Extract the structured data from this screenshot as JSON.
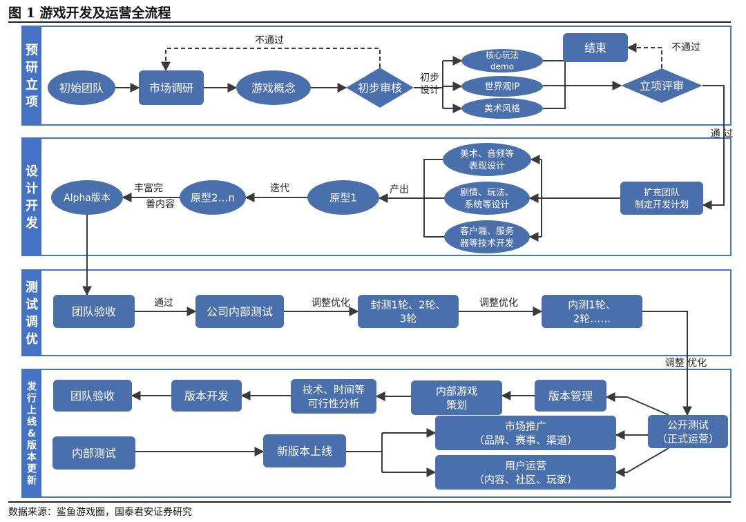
{
  "figure": {
    "title": "图 1 游戏开发及运营全流程",
    "source": "数据来源：鲨鱼游戏圈，国泰君安证券研究"
  },
  "colors": {
    "node_fill": "#4a6fad",
    "node_text": "#ffffff",
    "stage_label_fill": "#4472c4",
    "panel_border": "#4472c4",
    "connector": "#3a3a3a",
    "edge_label": "#222222"
  },
  "stages": [
    {
      "id": "s1",
      "label": "预研立项"
    },
    {
      "id": "s2",
      "label": "设计开发"
    },
    {
      "id": "s3",
      "label": "测试调优"
    },
    {
      "id": "s4",
      "label": "发行上线&版本更新"
    }
  ],
  "nodes": [
    {
      "id": "initial-team",
      "shape": "ellipse",
      "lines": [
        "初始团队"
      ]
    },
    {
      "id": "market-research",
      "shape": "rect",
      "lines": [
        "市场调研"
      ]
    },
    {
      "id": "game-concept",
      "shape": "ellipse",
      "lines": [
        "游戏概念"
      ]
    },
    {
      "id": "preliminary-review",
      "shape": "diamond",
      "lines": [
        "初步审核"
      ]
    },
    {
      "id": "core-gameplay-demo",
      "shape": "ellipse",
      "lines": [
        "核心玩法",
        "demo"
      ]
    },
    {
      "id": "worldview-ip",
      "shape": "ellipse",
      "lines": [
        "世界观IP"
      ]
    },
    {
      "id": "art-style",
      "shape": "ellipse",
      "lines": [
        "美术风格"
      ]
    },
    {
      "id": "project-review",
      "shape": "diamond",
      "lines": [
        "立项评审"
      ]
    },
    {
      "id": "end",
      "shape": "rect",
      "lines": [
        "结束"
      ]
    },
    {
      "id": "expand-team",
      "shape": "rect",
      "lines": [
        "扩充团队",
        "制定开发计划"
      ]
    },
    {
      "id": "art-audio-design",
      "shape": "ellipse",
      "lines": [
        "美术、音频等",
        "表现设计"
      ]
    },
    {
      "id": "story-system-design",
      "shape": "ellipse",
      "lines": [
        "剧情、玩法、",
        "系统等设计"
      ]
    },
    {
      "id": "client-server-dev",
      "shape": "ellipse",
      "lines": [
        "客户端、服务",
        "器等技术开发"
      ]
    },
    {
      "id": "prototype-1",
      "shape": "ellipse",
      "lines": [
        "原型1"
      ]
    },
    {
      "id": "prototype-2n",
      "shape": "ellipse",
      "lines": [
        "原型2…n"
      ]
    },
    {
      "id": "alpha-version",
      "shape": "ellipse",
      "lines": [
        "Alpha版本"
      ]
    },
    {
      "id": "team-acceptance-test",
      "shape": "rect",
      "lines": [
        "团队验收"
      ]
    },
    {
      "id": "company-internal-test",
      "shape": "rect",
      "lines": [
        "公司内部测试"
      ]
    },
    {
      "id": "closed-beta",
      "shape": "rect",
      "lines": [
        "封测1轮、2轮、",
        "3轮"
      ]
    },
    {
      "id": "internal-beta",
      "shape": "rect",
      "lines": [
        "内测1轮、",
        "2轮……"
      ]
    },
    {
      "id": "public-test",
      "shape": "rect",
      "lines": [
        "公开测试",
        "（正式运营）"
      ]
    },
    {
      "id": "version-management",
      "shape": "rect",
      "lines": [
        "版本管理"
      ]
    },
    {
      "id": "internal-game-planning",
      "shape": "rect",
      "lines": [
        "内部游戏",
        "策划"
      ]
    },
    {
      "id": "feasibility-analysis",
      "shape": "rect",
      "lines": [
        "技术、时间等",
        "可行性分析"
      ]
    },
    {
      "id": "version-development",
      "shape": "rect",
      "lines": [
        "版本开发"
      ]
    },
    {
      "id": "team-acceptance-release",
      "shape": "rect",
      "lines": [
        "团队验收"
      ]
    },
    {
      "id": "marketing",
      "shape": "rect",
      "lines": [
        "市场推广",
        "（品牌、赛事、渠道）"
      ]
    },
    {
      "id": "user-operations",
      "shape": "rect",
      "lines": [
        "用户运营",
        "（内容、社区、玩家）"
      ]
    },
    {
      "id": "internal-test-update",
      "shape": "rect",
      "lines": [
        "内部测试"
      ]
    },
    {
      "id": "new-version-launch",
      "shape": "rect",
      "lines": [
        "新版本上线"
      ]
    }
  ],
  "edge_labels": [
    {
      "id": "not-passed-1",
      "text": "不通过"
    },
    {
      "id": "preliminary-design",
      "text": "初步设计"
    },
    {
      "id": "not-passed-2",
      "text": "不通过"
    },
    {
      "id": "passed-1",
      "text": "通 过"
    },
    {
      "id": "output",
      "text": "产出"
    },
    {
      "id": "iterate",
      "text": "迭代"
    },
    {
      "id": "enrich",
      "text": "丰富完善内容"
    },
    {
      "id": "passed-2",
      "text": "通过"
    },
    {
      "id": "adjust-1",
      "text": "调整优化"
    },
    {
      "id": "adjust-2",
      "text": "调整优化"
    },
    {
      "id": "adjust-3",
      "text": "调整 优化"
    }
  ],
  "edges": [
    {
      "from": "initial-team",
      "to": "market-research"
    },
    {
      "from": "market-research",
      "to": "game-concept"
    },
    {
      "from": "game-concept",
      "to": "preliminary-review"
    },
    {
      "from": "preliminary-review",
      "to": "market-research",
      "style": "dashed",
      "label": "not-passed-1"
    },
    {
      "from": "preliminary-review",
      "to": "core-gameplay-demo",
      "label": "preliminary-design"
    },
    {
      "from": "preliminary-review",
      "to": "worldview-ip"
    },
    {
      "from": "preliminary-review",
      "to": "art-style"
    },
    {
      "from": "core-gameplay-demo",
      "to": "project-review"
    },
    {
      "from": "worldview-ip",
      "to": "project-review"
    },
    {
      "from": "art-style",
      "to": "project-review"
    },
    {
      "from": "project-review",
      "to": "end",
      "style": "dashed",
      "label": "not-passed-2"
    },
    {
      "from": "project-review",
      "to": "expand-team",
      "label": "passed-1"
    },
    {
      "from": "expand-team",
      "to": "art-audio-design"
    },
    {
      "from": "expand-team",
      "to": "story-system-design"
    },
    {
      "from": "expand-team",
      "to": "client-server-dev"
    },
    {
      "from": "story-system-design",
      "to": "prototype-1",
      "label": "output"
    },
    {
      "from": "prototype-1",
      "to": "prototype-2n",
      "label": "iterate"
    },
    {
      "from": "prototype-2n",
      "to": "alpha-version",
      "label": "enrich"
    },
    {
      "from": "alpha-version",
      "to": "team-acceptance-test"
    },
    {
      "from": "team-acceptance-test",
      "to": "company-internal-test",
      "label": "passed-2"
    },
    {
      "from": "company-internal-test",
      "to": "closed-beta",
      "label": "adjust-1"
    },
    {
      "from": "closed-beta",
      "to": "internal-beta",
      "label": "adjust-2"
    },
    {
      "from": "internal-beta",
      "to": "public-test",
      "label": "adjust-3"
    },
    {
      "from": "public-test",
      "to": "version-management"
    },
    {
      "from": "version-management",
      "to": "internal-game-planning"
    },
    {
      "from": "internal-game-planning",
      "to": "feasibility-analysis"
    },
    {
      "from": "feasibility-analysis",
      "to": "version-development"
    },
    {
      "from": "version-development",
      "to": "team-acceptance-release"
    },
    {
      "from": "public-test",
      "to": "marketing"
    },
    {
      "from": "public-test",
      "to": "user-operations"
    },
    {
      "from": "internal-test-update",
      "to": "new-version-launch"
    },
    {
      "from": "new-version-launch",
      "to": "marketing"
    },
    {
      "from": "new-version-launch",
      "to": "user-operations"
    }
  ]
}
